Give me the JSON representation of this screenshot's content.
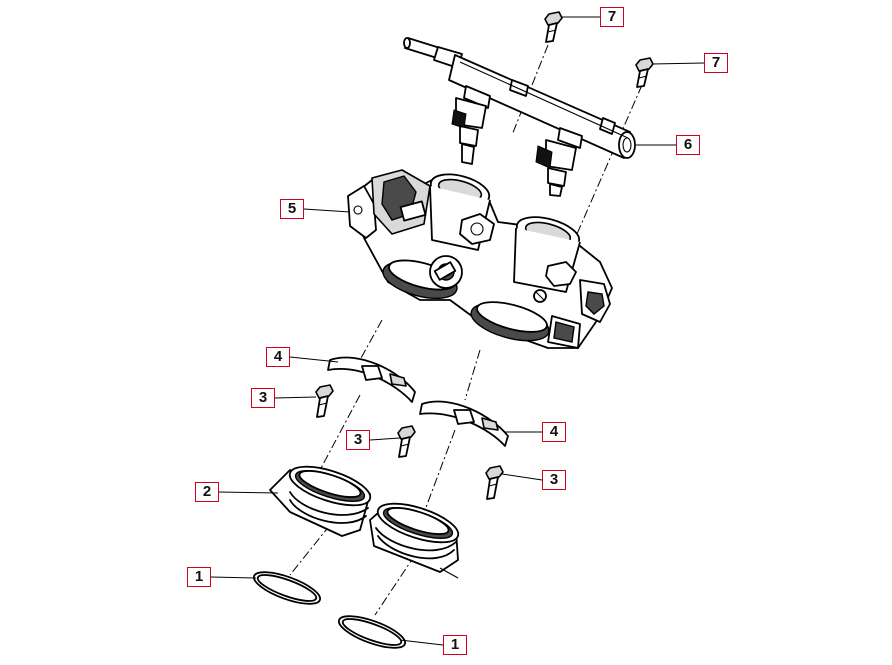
{
  "diagram": {
    "callout_border_color": "#d0021b",
    "line_color": "#000000",
    "callouts": [
      {
        "id": "c7a",
        "label": "7"
      },
      {
        "id": "c7b",
        "label": "7"
      },
      {
        "id": "c6",
        "label": "6"
      },
      {
        "id": "c5",
        "label": "5"
      },
      {
        "id": "c4a",
        "label": "4"
      },
      {
        "id": "c4b",
        "label": "4"
      },
      {
        "id": "c3a",
        "label": "3"
      },
      {
        "id": "c3b",
        "label": "3"
      },
      {
        "id": "c3c",
        "label": "3"
      },
      {
        "id": "c2",
        "label": "2"
      },
      {
        "id": "c1a",
        "label": "1"
      },
      {
        "id": "c1b",
        "label": "1"
      }
    ]
  }
}
